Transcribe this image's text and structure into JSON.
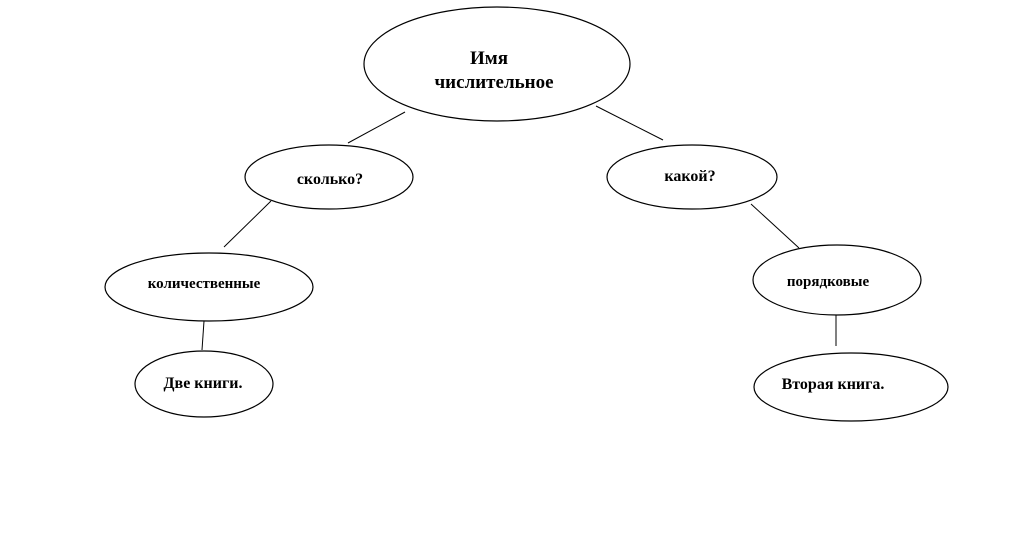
{
  "diagram": {
    "root": {
      "line1": "Имя",
      "line2": "числительное"
    },
    "left": {
      "question": "сколько?",
      "type": "количественные",
      "example": "Две книги."
    },
    "right": {
      "question": "какой?",
      "type": "порядковые",
      "example": "Вторая книга."
    }
  }
}
